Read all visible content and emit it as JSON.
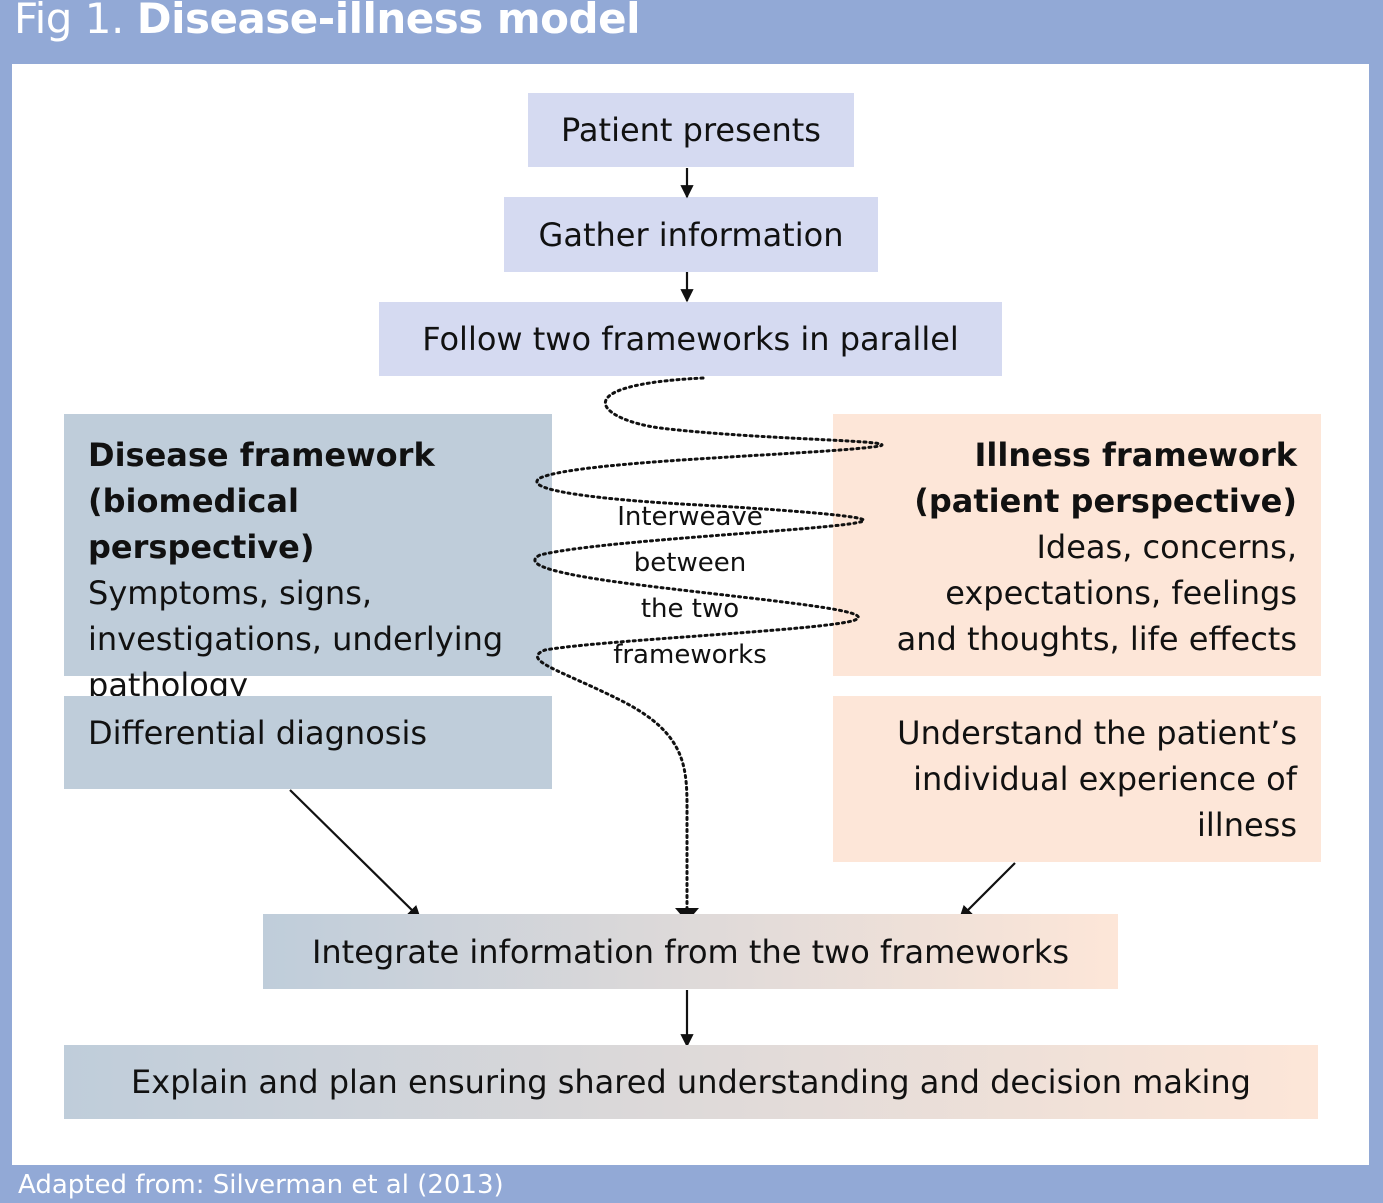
{
  "figure": {
    "label": "Fig 1.",
    "title": "Disease-illness model",
    "source": "Adapted from: Silverman et al (2013)"
  },
  "steps": {
    "patient_presents": "Patient presents",
    "gather_information": "Gather information",
    "follow_frameworks": "Follow two frameworks in parallel"
  },
  "disease_framework": {
    "heading_line1": "Disease framework",
    "heading_line2": "(biomedical perspective)",
    "body_line1": "Symptoms, signs,",
    "body_line2": "investigations, underlying",
    "body_line3": "pathology",
    "outcome": "Differential diagnosis"
  },
  "illness_framework": {
    "heading_line1": "Illness framework",
    "heading_line2": "(patient perspective)",
    "body_line1": "Ideas, concerns,",
    "body_line2": "expectations, feelings",
    "body_line3": "and thoughts, life effects",
    "outcome_line1": "Understand the patient’s",
    "outcome_line2": "individual experience of",
    "outcome_line3": "illness"
  },
  "interweave": {
    "line1": "Interweave",
    "line2": "between",
    "line3": "the two",
    "line4": "frameworks"
  },
  "integrate": "Integrate information from the two frameworks",
  "explain": "Explain and plan ensuring shared understanding and decision making",
  "colors": {
    "background": "#92a9d6",
    "step_box": "#d5daf1",
    "disease_box": "#bfcdda",
    "illness_box": "#fde6d8"
  }
}
